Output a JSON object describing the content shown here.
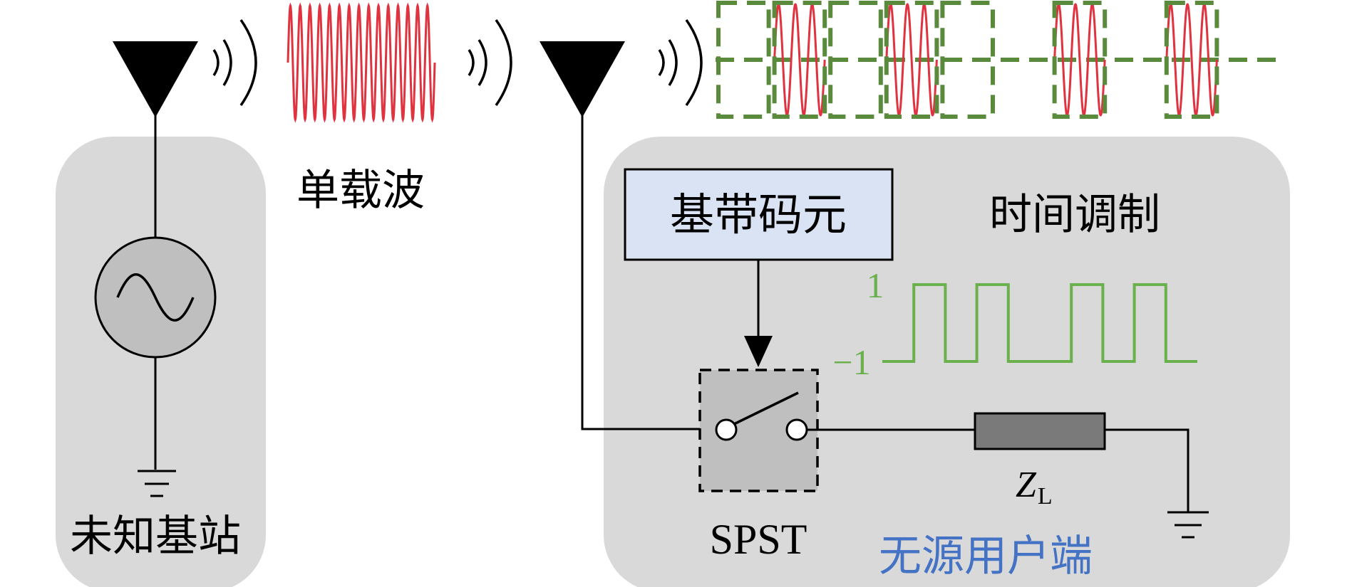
{
  "labels": {
    "single_carrier": "单载波",
    "unknown_bs": "未知基站",
    "baseband_symbol": "基带码元",
    "time_modulation": "时间调制",
    "passive_user": "无源用户端",
    "spst": "SPST",
    "load_symbol": "Z",
    "load_subscript": "L",
    "level_high": "1",
    "level_low": "−1"
  },
  "code_sequence": [
    -1,
    1,
    -1,
    1,
    -1,
    -1,
    1,
    -1,
    1,
    -1
  ],
  "colors": {
    "panel": "#d9d9d9",
    "carrier_wave": "#e0323f",
    "dashed_frame": "#5a8a3c",
    "code_wave": "#6ab04c",
    "baseband_box": "#dae3f3",
    "passive_user_text": "#4472c4",
    "load": "#7a7a7a",
    "switch_box": "#bfbfbf",
    "source_circle": "#bfbfbf"
  },
  "icons": [
    "antenna-icon",
    "signal-waves-icon",
    "ac-source-icon",
    "ground-icon",
    "switch-icon",
    "resistor-icon"
  ]
}
